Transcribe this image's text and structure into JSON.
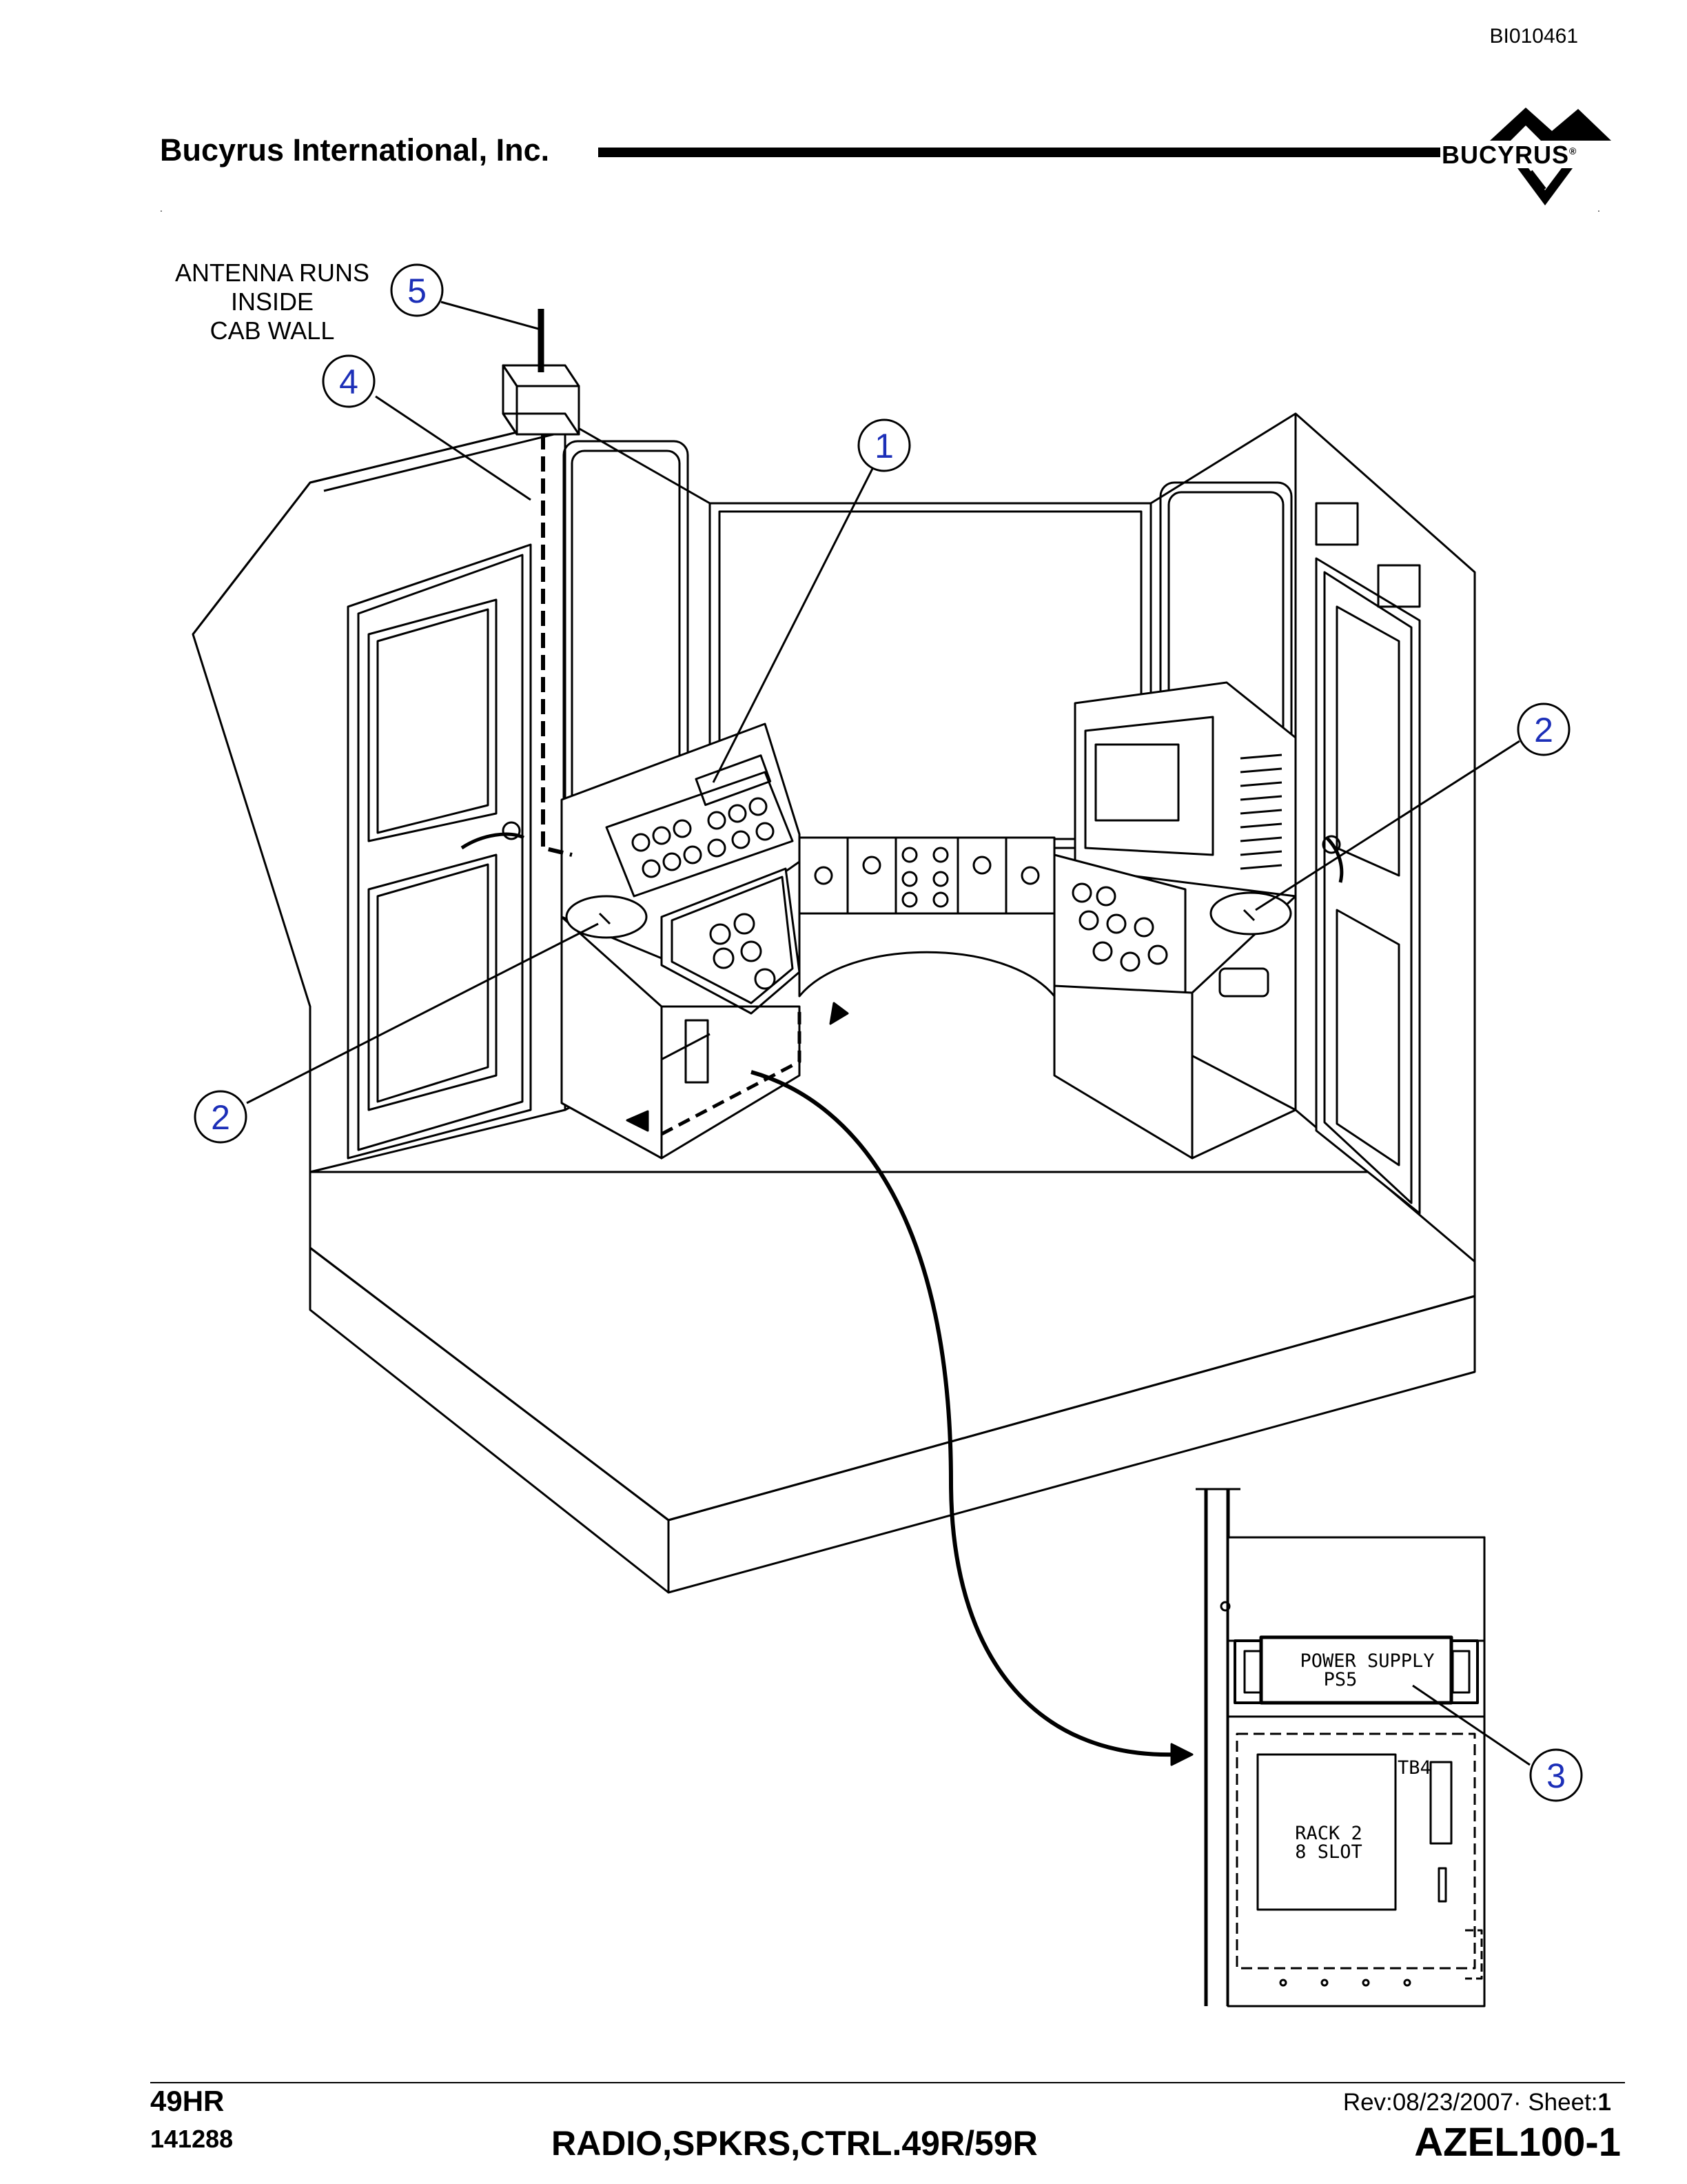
{
  "header": {
    "doc_id": "BI010461",
    "company": "Bucyrus International, Inc.",
    "logo_text": "BUCYRUS",
    "logo_mark": "®"
  },
  "callouts": [
    {
      "num": "1"
    },
    {
      "num": "2"
    },
    {
      "num": "2"
    },
    {
      "num": "3"
    },
    {
      "num": "4"
    },
    {
      "num": "5"
    }
  ],
  "labels": {
    "antenna_line1": "ANTENNA RUNS",
    "antenna_line2": "INSIDE",
    "antenna_line3": "CAB WALL",
    "power_supply_line1": "POWER SUPPLY",
    "power_supply_line2": "PS5",
    "terminal_block": "TB4",
    "rack_line1": "RACK 2",
    "rack_line2": "8 SLOT"
  },
  "footer": {
    "model": "49HR",
    "part_number": "141288",
    "title": "RADIO,SPKRS,CTRL.49R/59R",
    "revision_label": "Rev:08/23/2007·  Sheet:",
    "sheet": "1",
    "drawing_number": "AZEL100-1"
  },
  "colors": {
    "callout": "#1c2fb8",
    "line": "#000000"
  }
}
